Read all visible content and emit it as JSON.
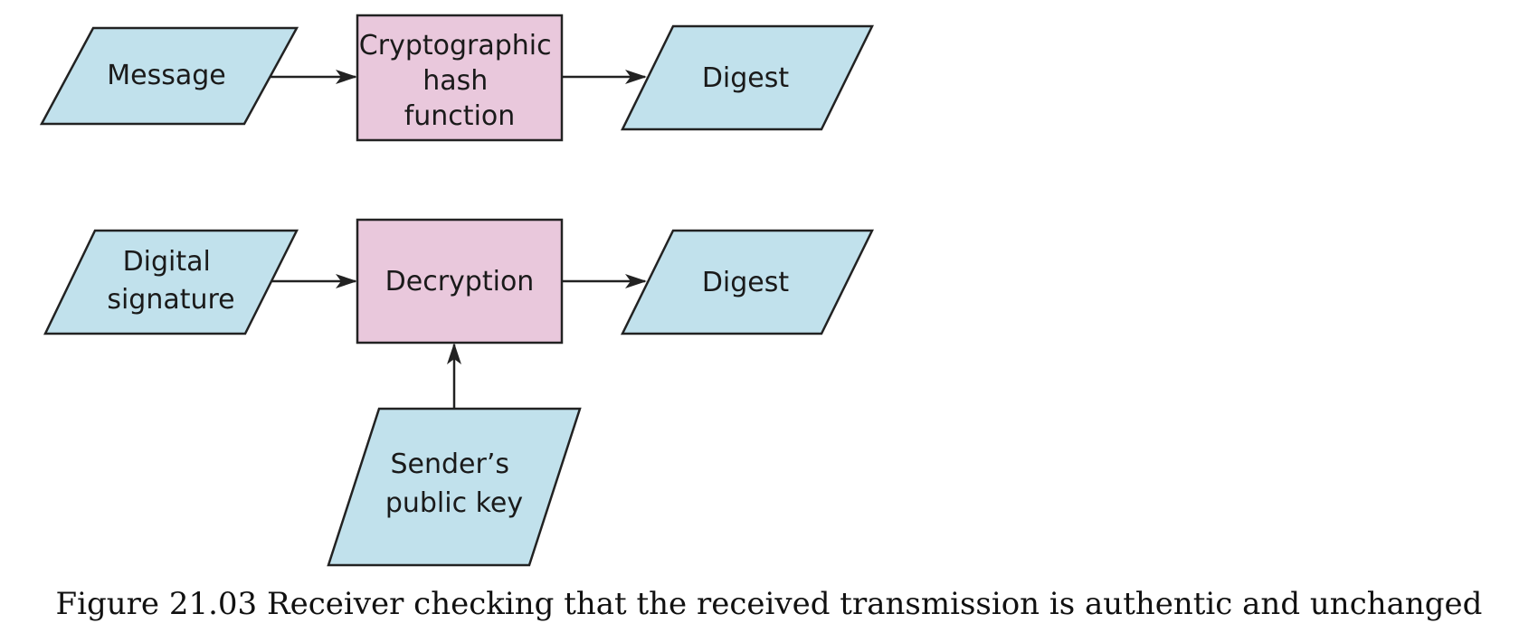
{
  "diagram": {
    "colors": {
      "data_fill": "#c1e1ec",
      "process_fill": "#e9c8dc",
      "stroke": "#222222"
    },
    "row1": {
      "message": {
        "lines": [
          "Message"
        ],
        "icon": "parallelogram-shape"
      },
      "hash_function": {
        "lines": [
          "Cryptographic",
          "hash",
          "function"
        ],
        "icon": "rectangle-shape"
      },
      "digest": {
        "lines": [
          "Digest"
        ],
        "icon": "parallelogram-shape"
      }
    },
    "row2": {
      "digital_signature": {
        "lines": [
          "Digital",
          "signature"
        ],
        "icon": "parallelogram-shape"
      },
      "decryption": {
        "lines": [
          "Decryption"
        ],
        "icon": "rectangle-shape"
      },
      "digest": {
        "lines": [
          "Digest"
        ],
        "icon": "parallelogram-shape"
      },
      "public_key": {
        "lines": [
          "Sender’s",
          "public key"
        ],
        "icon": "parallelogram-shape"
      }
    }
  },
  "caption": "Figure 21.03 Receiver checking that the received transmission is authentic and unchanged"
}
